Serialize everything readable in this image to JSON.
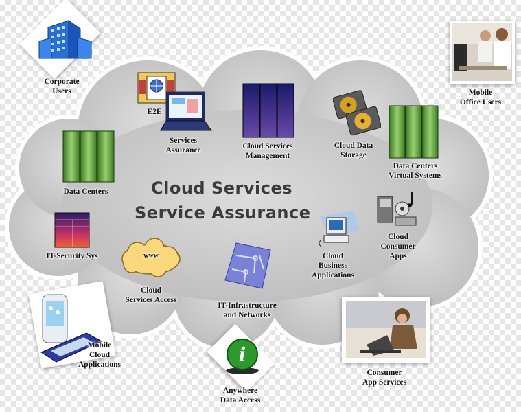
{
  "title": {
    "line1": "Cloud Services",
    "line2": "Service Assurance"
  },
  "nodes": {
    "corporate_users": "Corporate\nUsers",
    "mobile_office_users": "Mobile\nOffice Users",
    "e2e": "E2E",
    "services_assurance": "Services\nAssurance",
    "cloud_services_management": "Cloud Services\nManagement",
    "cloud_data_storage": "Cloud Data\nStorage",
    "data_centers": "Data Centers",
    "data_centers_virtual_systems": "Data Centers\nVirtual Systems",
    "it_security_sys": "IT-Security Sys",
    "cloud_consumer_apps": "Cloud\nConsumer\nApps",
    "www": "www",
    "cloud_services_access": "Cloud\nServices Access",
    "it_infrastructure_networks": "IT-Infrastructure\nand Networks",
    "cloud_business_applications": "Cloud\nBusiness\nApplications",
    "mobile_cloud_applications": "Mobile\nCloud\nApplications",
    "anywhere_data_access": "Anywhere\nData Access",
    "consumer_app_services": "Consumer\nApp Services",
    "info_glyph": "i"
  },
  "colors": {
    "cloud_fill": "#c9c9c9",
    "cloud_edge": "#ffffff",
    "server_green": "#5fa83a",
    "server_navy": "#1a1a6a",
    "building_blue": "#2a6fd8",
    "info_green": "#2a9a2a"
  }
}
